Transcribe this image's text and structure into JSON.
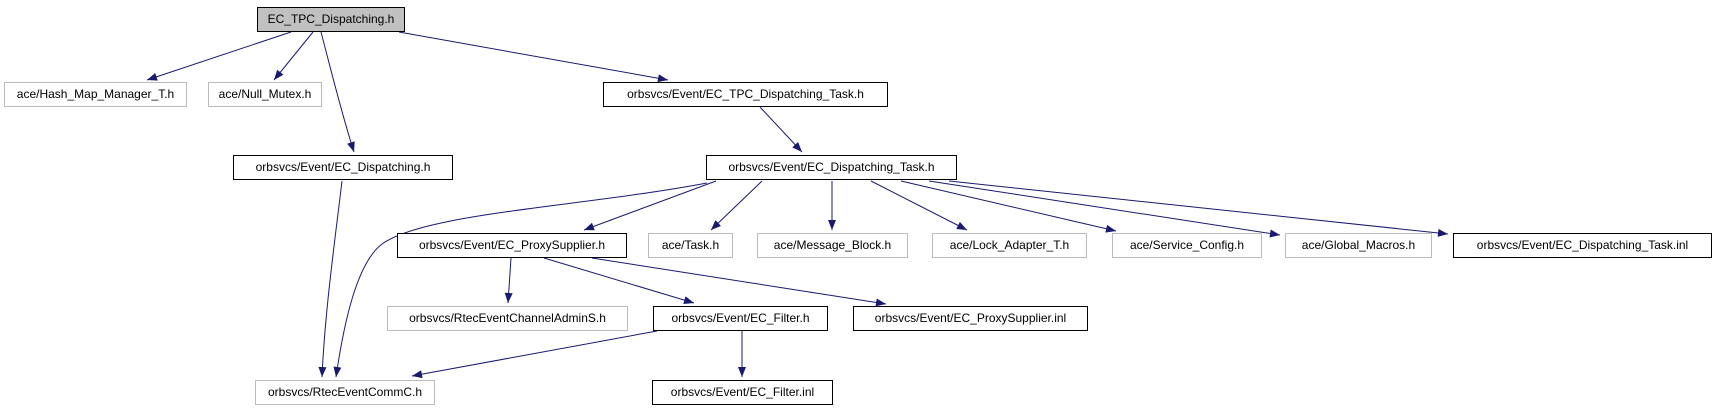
{
  "diagram": {
    "type": "doxygen-include-dependency-graph",
    "root": "EC_TPC_Dispatching.h"
  },
  "colors": {
    "edge": "#191970",
    "root_fill": "#c0c0c0",
    "node_fill": "#ffffff",
    "linked_border": "#000000",
    "plain_border": "#bcbcbc",
    "text": "#000000"
  },
  "nodes": [
    {
      "label": "EC_TPC_Dispatching.h",
      "kind": "root"
    },
    {
      "label": "ace/Hash_Map_Manager_T.h",
      "kind": "external"
    },
    {
      "label": "ace/Null_Mutex.h",
      "kind": "external"
    },
    {
      "label": "orbsvcs/Event/EC_TPC_Dispatching_Task.h",
      "kind": "linked"
    },
    {
      "label": "orbsvcs/Event/EC_Dispatching.h",
      "kind": "linked"
    },
    {
      "label": "orbsvcs/Event/EC_Dispatching_Task.h",
      "kind": "linked"
    },
    {
      "label": "orbsvcs/Event/EC_ProxySupplier.h",
      "kind": "linked"
    },
    {
      "label": "ace/Task.h",
      "kind": "external"
    },
    {
      "label": "ace/Message_Block.h",
      "kind": "external"
    },
    {
      "label": "ace/Lock_Adapter_T.h",
      "kind": "external"
    },
    {
      "label": "ace/Service_Config.h",
      "kind": "external"
    },
    {
      "label": "ace/Global_Macros.h",
      "kind": "external"
    },
    {
      "label": "orbsvcs/Event/EC_Dispatching_Task.inl",
      "kind": "linked"
    },
    {
      "label": "orbsvcs/RtecEventChannelAdminS.h",
      "kind": "external"
    },
    {
      "label": "orbsvcs/Event/EC_Filter.h",
      "kind": "linked"
    },
    {
      "label": "orbsvcs/Event/EC_ProxySupplier.inl",
      "kind": "linked"
    },
    {
      "label": "orbsvcs/RtecEventCommC.h",
      "kind": "external"
    },
    {
      "label": "orbsvcs/Event/EC_Filter.inl",
      "kind": "linked"
    }
  ],
  "edges": [
    {
      "from": "EC_TPC_Dispatching.h",
      "to": "ace/Hash_Map_Manager_T.h"
    },
    {
      "from": "EC_TPC_Dispatching.h",
      "to": "ace/Null_Mutex.h"
    },
    {
      "from": "EC_TPC_Dispatching.h",
      "to": "orbsvcs/Event/EC_TPC_Dispatching_Task.h"
    },
    {
      "from": "EC_TPC_Dispatching.h",
      "to": "orbsvcs/Event/EC_Dispatching.h"
    },
    {
      "from": "orbsvcs/Event/EC_TPC_Dispatching_Task.h",
      "to": "orbsvcs/Event/EC_Dispatching_Task.h"
    },
    {
      "from": "orbsvcs/Event/EC_Dispatching.h",
      "to": "orbsvcs/RtecEventCommC.h"
    },
    {
      "from": "orbsvcs/Event/EC_Dispatching_Task.h",
      "to": "orbsvcs/Event/EC_ProxySupplier.h"
    },
    {
      "from": "orbsvcs/Event/EC_Dispatching_Task.h",
      "to": "ace/Task.h"
    },
    {
      "from": "orbsvcs/Event/EC_Dispatching_Task.h",
      "to": "ace/Message_Block.h"
    },
    {
      "from": "orbsvcs/Event/EC_Dispatching_Task.h",
      "to": "ace/Lock_Adapter_T.h"
    },
    {
      "from": "orbsvcs/Event/EC_Dispatching_Task.h",
      "to": "ace/Service_Config.h"
    },
    {
      "from": "orbsvcs/Event/EC_Dispatching_Task.h",
      "to": "ace/Global_Macros.h"
    },
    {
      "from": "orbsvcs/Event/EC_Dispatching_Task.h",
      "to": "orbsvcs/Event/EC_Dispatching_Task.inl"
    },
    {
      "from": "orbsvcs/Event/EC_Dispatching_Task.h",
      "to": "orbsvcs/RtecEventCommC.h"
    },
    {
      "from": "orbsvcs/Event/EC_ProxySupplier.h",
      "to": "orbsvcs/RtecEventChannelAdminS.h"
    },
    {
      "from": "orbsvcs/Event/EC_ProxySupplier.h",
      "to": "orbsvcs/Event/EC_Filter.h"
    },
    {
      "from": "orbsvcs/Event/EC_ProxySupplier.h",
      "to": "orbsvcs/Event/EC_ProxySupplier.inl"
    },
    {
      "from": "orbsvcs/Event/EC_Filter.h",
      "to": "orbsvcs/RtecEventCommC.h"
    },
    {
      "from": "orbsvcs/Event/EC_Filter.h",
      "to": "orbsvcs/Event/EC_Filter.inl"
    }
  ]
}
